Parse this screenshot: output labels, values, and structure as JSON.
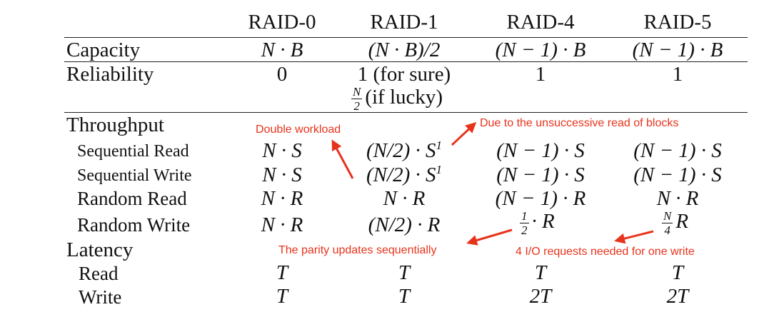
{
  "table": {
    "columns": [
      "RAID-0",
      "RAID-1",
      "RAID-4",
      "RAID-5"
    ],
    "capacity": {
      "label": "Capacity",
      "values": [
        "N · B",
        "(N · B)/2",
        "(N − 1) · B",
        "(N − 1) · B"
      ]
    },
    "reliability": {
      "label": "Reliability",
      "values": [
        "0",
        "1 (for sure)",
        "1",
        "1"
      ],
      "raid1_extra": {
        "num": "N",
        "den": "2",
        "suffix": "(if lucky)"
      }
    },
    "throughput": {
      "label": "Throughput",
      "rows": [
        {
          "label": "Sequential Read",
          "values": [
            "N · S",
            "(N/2) · S",
            "(N − 1) · S",
            "(N − 1) · S"
          ],
          "raid1_sup": "1"
        },
        {
          "label": "Sequential Write",
          "values": [
            "N · S",
            "(N/2) · S",
            "(N − 1) · S",
            "(N − 1) · S"
          ],
          "raid1_sup": "1"
        },
        {
          "label": "Random Read",
          "values": [
            "N · R",
            "N · R",
            "(N − 1) · R",
            "N · R"
          ]
        },
        {
          "label": "Random Write",
          "values": [
            "N · R",
            "(N/2) · R",
            "· R",
            "R"
          ],
          "raid4_frac": {
            "num": "1",
            "den": "2"
          },
          "raid5_frac": {
            "num": "N",
            "den": "4"
          }
        }
      ]
    },
    "latency": {
      "label": "Latency",
      "rows": [
        {
          "label": "Read",
          "values": [
            "T",
            "T",
            "T",
            "T"
          ]
        },
        {
          "label": "Write",
          "values": [
            "T",
            "T",
            "2T",
            "2T"
          ]
        }
      ]
    }
  },
  "annotations": {
    "double_workload": "Double workload",
    "unsuccessive_read": "Due to the unsuccessive read of blocks",
    "parity_updates": "The parity updates sequentially",
    "io_requests": "4 I/O requests needed for one write"
  },
  "colors": {
    "annotation": "#e8331c",
    "text": "#111111",
    "rule": "#222222"
  }
}
